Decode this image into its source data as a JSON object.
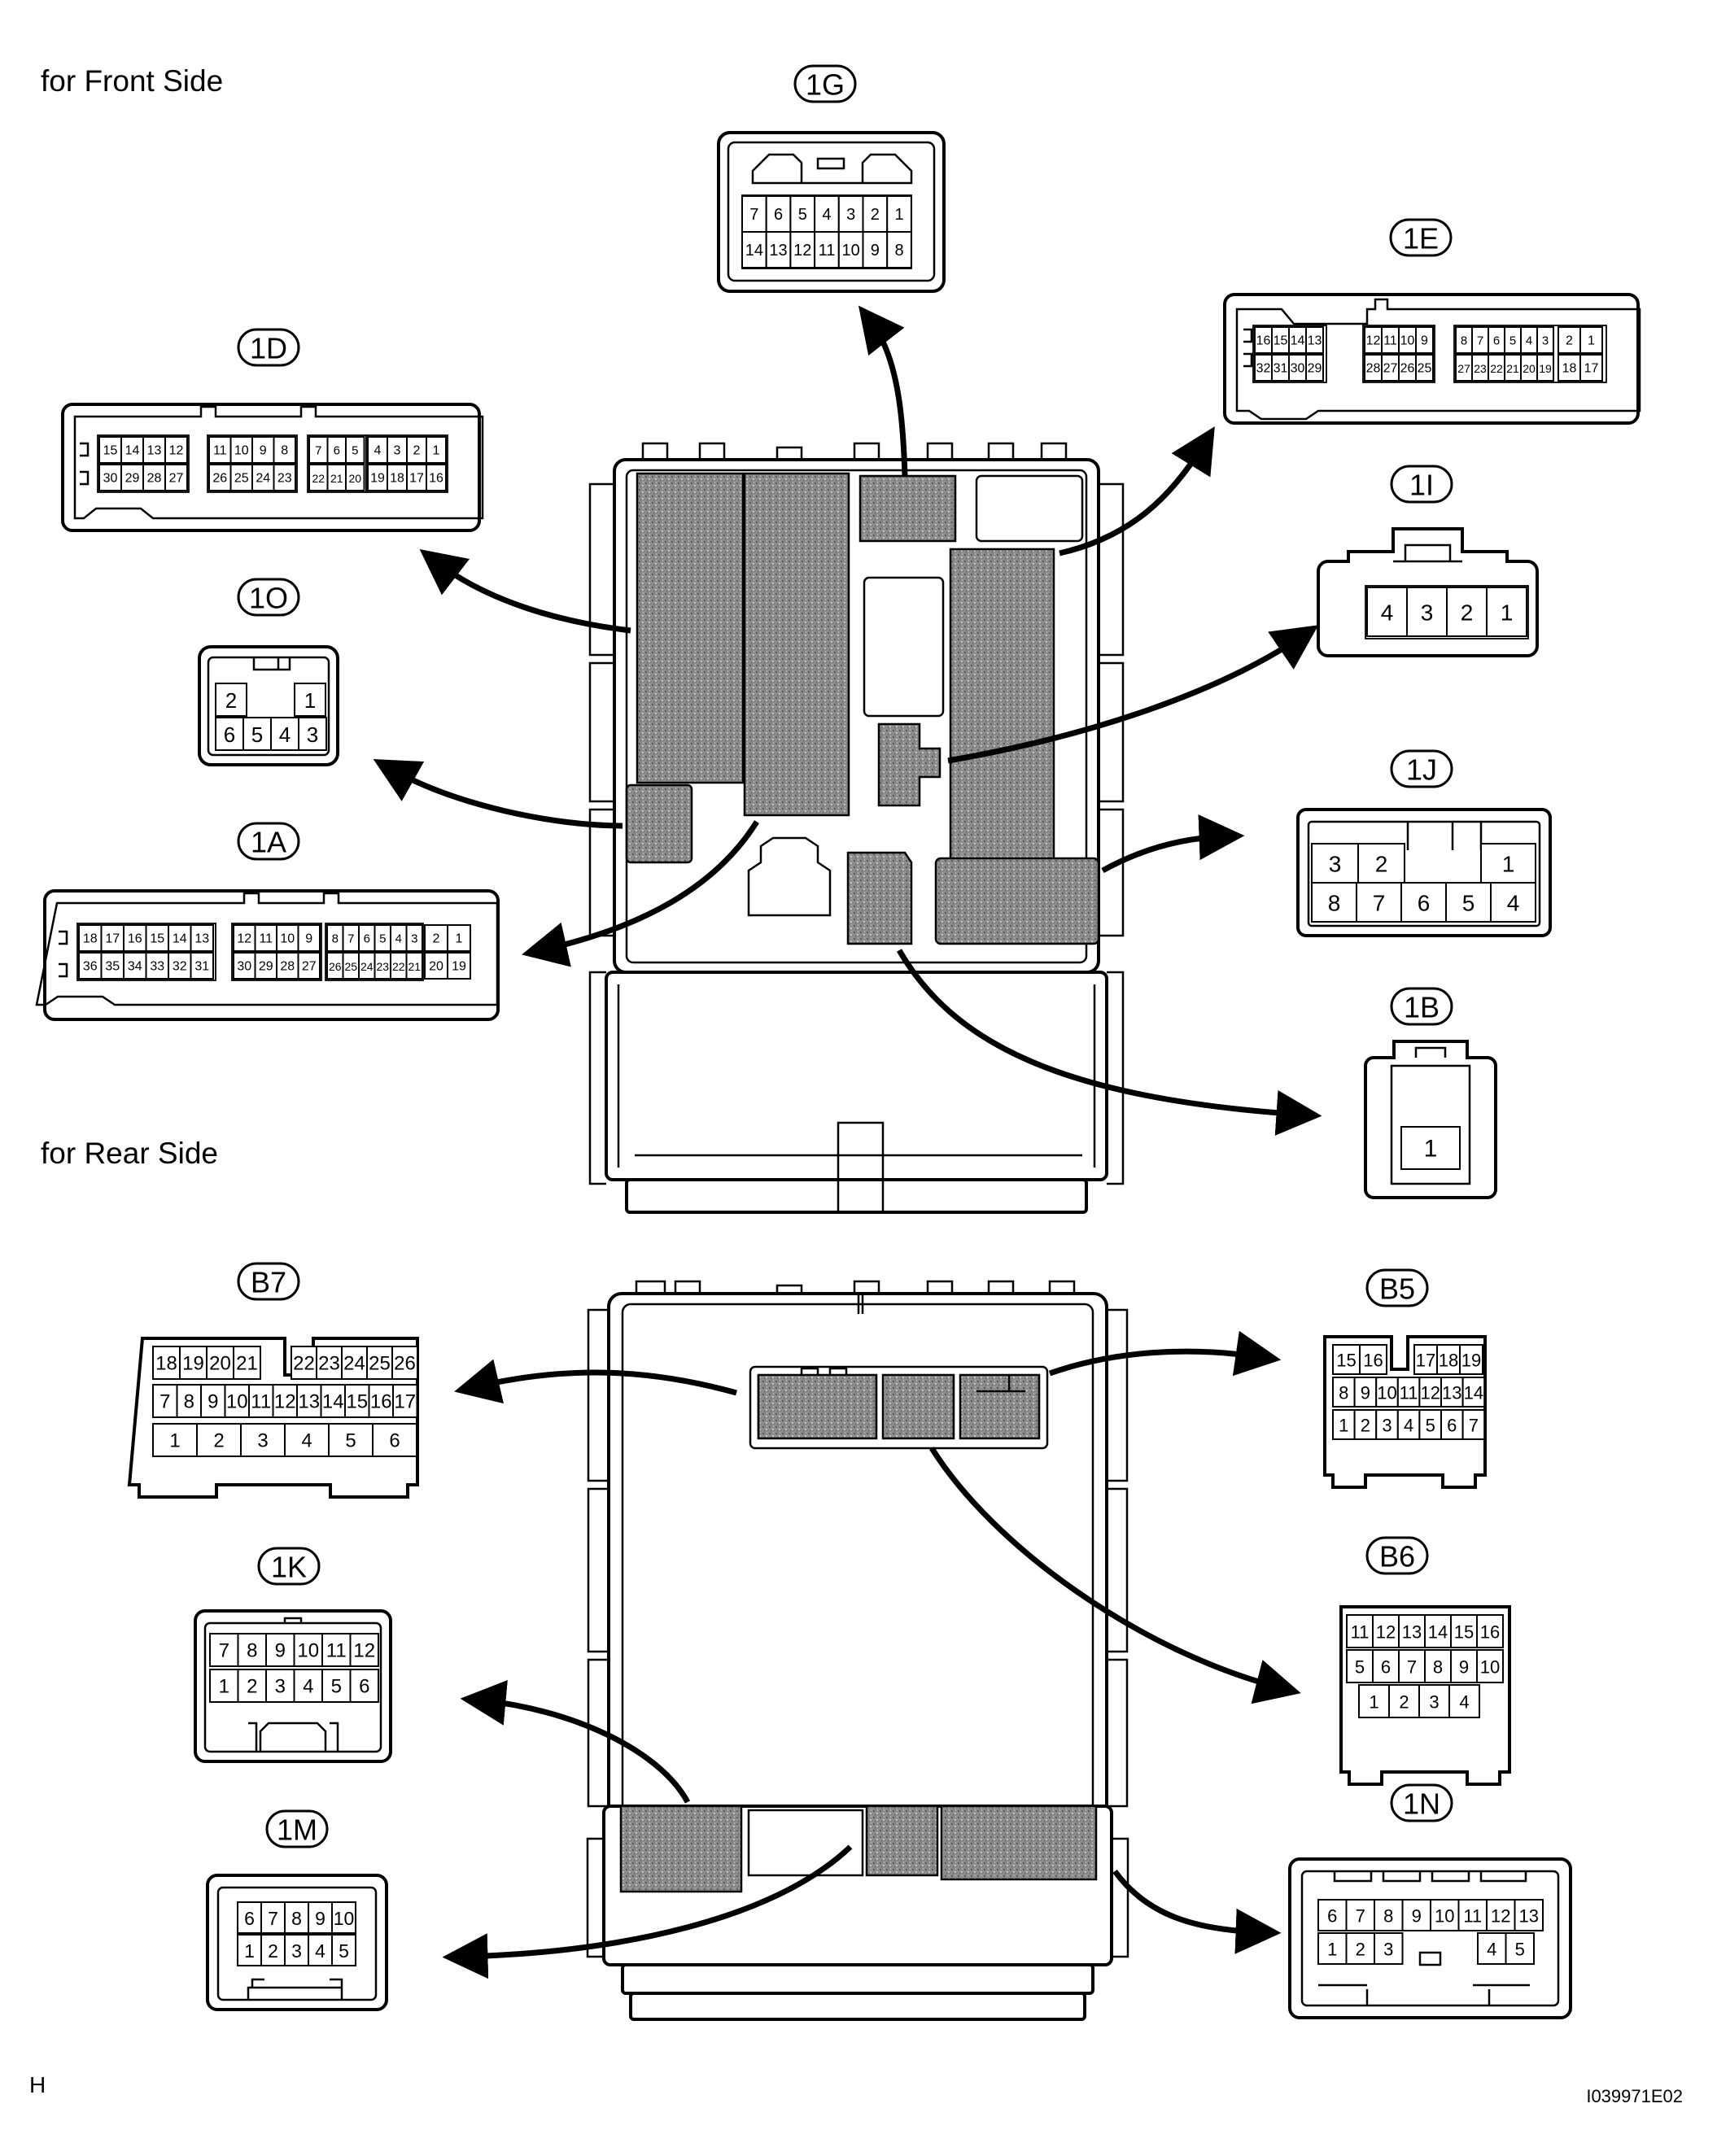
{
  "sections": {
    "front_label": "for Front Side",
    "rear_label": "for Rear Side"
  },
  "footer": {
    "left_code": "H",
    "right_code": "I039971E02"
  },
  "colors": {
    "line": "#000000",
    "background": "#ffffff",
    "component_fill": "#8c8c8c"
  },
  "connectors": {
    "c1G": {
      "tag": "1G",
      "rows": [
        [
          "7",
          "6",
          "5",
          "4",
          "3",
          "2",
          "1"
        ],
        [
          "14",
          "13",
          "12",
          "11",
          "10",
          "9",
          "8"
        ]
      ]
    },
    "c1E": {
      "tag": "1E",
      "rows": [
        [
          "16",
          "15",
          "14",
          "13",
          "12",
          "11",
          "10",
          "9",
          "8",
          "7",
          "6",
          "5",
          "4",
          "3",
          "2",
          "1"
        ],
        [
          "32",
          "31",
          "30",
          "29",
          "28",
          "27",
          "26",
          "25",
          "27",
          "23",
          "22",
          "21",
          "20",
          "19",
          "18",
          "17"
        ]
      ]
    },
    "c1D": {
      "tag": "1D",
      "rows": [
        [
          "15",
          "14",
          "13",
          "12",
          "11",
          "10",
          "9",
          "8",
          "7",
          "6",
          "5",
          "4",
          "3",
          "2",
          "1"
        ],
        [
          "30",
          "29",
          "28",
          "27",
          "26",
          "25",
          "24",
          "23",
          "22",
          "21",
          "20",
          "19",
          "18",
          "17",
          "16"
        ]
      ]
    },
    "c1I": {
      "tag": "1I",
      "rows": [
        [
          "4",
          "3",
          "2",
          "1"
        ]
      ]
    },
    "c1O": {
      "tag": "1O",
      "rows": [
        [
          "2",
          "1"
        ],
        [
          "6",
          "5",
          "4",
          "3"
        ]
      ]
    },
    "c1J": {
      "tag": "1J",
      "rows": [
        [
          "3",
          "2",
          "1"
        ],
        [
          "8",
          "7",
          "6",
          "5",
          "4"
        ]
      ]
    },
    "c1A": {
      "tag": "1A",
      "rows": [
        [
          "18",
          "17",
          "16",
          "15",
          "14",
          "13",
          "12",
          "11",
          "10",
          "9",
          "8",
          "7",
          "6",
          "5",
          "4",
          "3",
          "2",
          "1"
        ],
        [
          "36",
          "35",
          "34",
          "33",
          "32",
          "31",
          "30",
          "29",
          "28",
          "27",
          "26",
          "25",
          "24",
          "23",
          "22",
          "21",
          "20",
          "19"
        ]
      ]
    },
    "c1B": {
      "tag": "1B",
      "rows": [
        [
          "1"
        ]
      ]
    },
    "cB7": {
      "tag": "B7",
      "rows": [
        [
          "18",
          "19",
          "20",
          "21",
          "22",
          "23",
          "24",
          "25",
          "26"
        ],
        [
          "7",
          "8",
          "9",
          "10",
          "11",
          "12",
          "13",
          "14",
          "15",
          "16",
          "17"
        ],
        [
          "1",
          "2",
          "3",
          "4",
          "5",
          "6"
        ]
      ]
    },
    "cB5": {
      "tag": "B5",
      "rows": [
        [
          "15",
          "16",
          "17",
          "18",
          "19"
        ],
        [
          "8",
          "9",
          "10",
          "11",
          "12",
          "13",
          "14"
        ],
        [
          "1",
          "2",
          "3",
          "4",
          "5",
          "6",
          "7"
        ]
      ]
    },
    "c1K": {
      "tag": "1K",
      "rows": [
        [
          "7",
          "8",
          "9",
          "10",
          "11",
          "12"
        ],
        [
          "1",
          "2",
          "3",
          "4",
          "5",
          "6"
        ]
      ]
    },
    "cB6": {
      "tag": "B6",
      "rows": [
        [
          "11",
          "12",
          "13",
          "14",
          "15",
          "16"
        ],
        [
          "5",
          "6",
          "7",
          "8",
          "9",
          "10"
        ],
        [
          "1",
          "2",
          "3",
          "4"
        ]
      ]
    },
    "c1M": {
      "tag": "1M",
      "rows": [
        [
          "6",
          "7",
          "8",
          "9",
          "10"
        ],
        [
          "1",
          "2",
          "3",
          "4",
          "5"
        ]
      ]
    },
    "c1N": {
      "tag": "1N",
      "rows": [
        [
          "6",
          "7",
          "8",
          "9",
          "10",
          "11",
          "12",
          "13"
        ],
        [
          "1",
          "2",
          "3",
          "4",
          "5"
        ]
      ]
    }
  }
}
